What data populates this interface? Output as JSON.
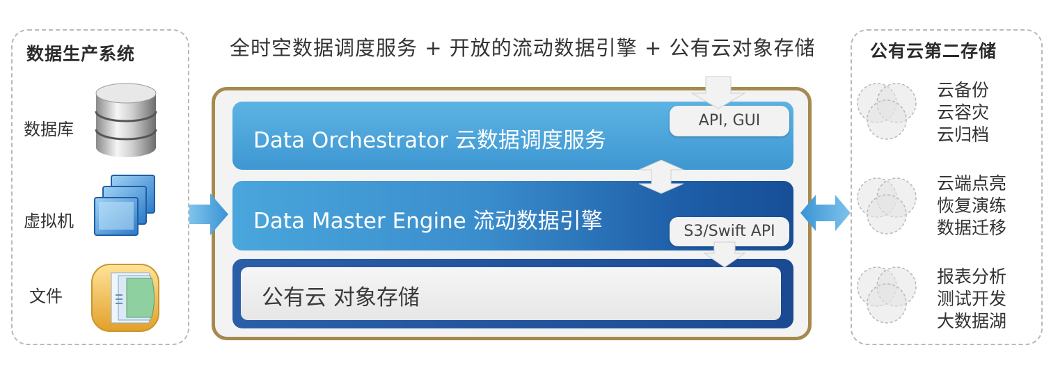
{
  "left_panel": {
    "title": "数据生产系统",
    "sources": [
      {
        "label": "数据库",
        "icon": "database-icon"
      },
      {
        "label": "虚拟机",
        "icon": "virtual-machine-icon"
      },
      {
        "label": "文件",
        "icon": "files-icon"
      }
    ]
  },
  "headline": "全时空数据调度服务 + 开放的流动数据引擎 + 公有云对象存储",
  "layers": {
    "orchestrator": "Data Orchestrator 云数据调度服务",
    "engine": "Data Master Engine 流动数据引擎",
    "storage": "公有云 对象存储"
  },
  "tags": {
    "api": "API, GUI",
    "s3": "S3/Swift API"
  },
  "right_panel": {
    "title": "公有云第二存储",
    "groups": [
      {
        "lines": [
          "云备份",
          "云容灾",
          "云归档"
        ]
      },
      {
        "lines": [
          "云端点亮",
          "恢复演练",
          "数据迁移"
        ]
      },
      {
        "lines": [
          "报表分析",
          "测试开发",
          "大数据湖"
        ]
      }
    ]
  },
  "colors": {
    "frame_border": "#a6894e",
    "band_light": "#4aa6dc",
    "band_dark": "#174f97",
    "arrow": "#4aa3dc"
  }
}
